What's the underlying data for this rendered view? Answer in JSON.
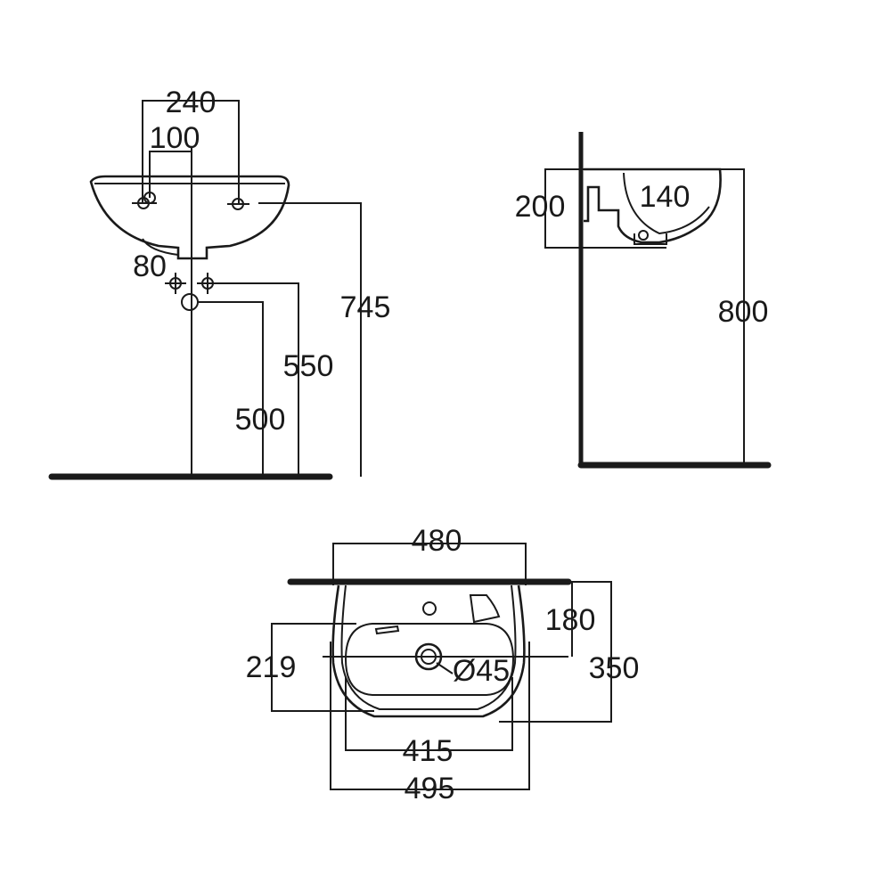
{
  "front_view": {
    "dim_tap_hole_spacing": "240",
    "dim_centre_offset": "100",
    "dim_waste_spacing": "80",
    "dim_rim_height": "745",
    "dim_waste_height": "550",
    "dim_trap_height": "500"
  },
  "side_view": {
    "dim_basin_height": "200",
    "dim_bowl_depth": "140",
    "dim_rim_height": "800"
  },
  "plan_view": {
    "dim_overall_width_top": "480",
    "dim_waste_from_wall": "180",
    "dim_bowl_depth": "219",
    "dim_waste_diameter": "Ø45",
    "dim_overall_projection": "350",
    "dim_bowl_width": "415",
    "dim_overall_width": "495"
  }
}
